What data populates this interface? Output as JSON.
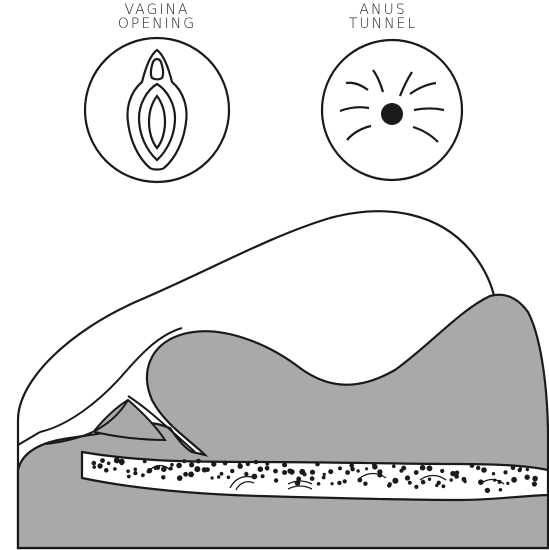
{
  "labels": {
    "vagina": {
      "line1": "VAGINA",
      "line2": "OPENING"
    },
    "anus": {
      "line1": "ANUS",
      "line2": "TUNNEL"
    }
  },
  "colors": {
    "fill_gray": "#a9a9a9",
    "stroke": "#1a1a1a",
    "background": "#ffffff"
  }
}
